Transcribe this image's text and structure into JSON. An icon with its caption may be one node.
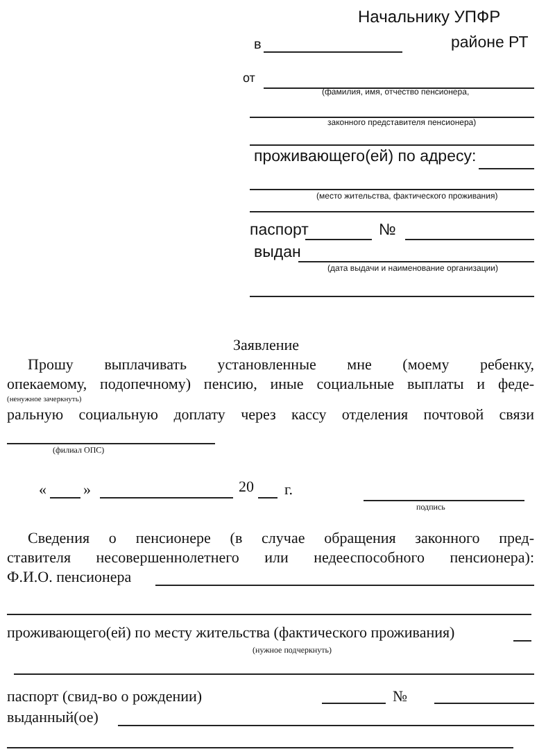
{
  "diagram": {
    "labels": [
      "Начальнику УПФР",
      "в",
      "районе РТ",
      "от",
      "(фамилия, имя, отчество пенсионера,",
      "законного представителя пенсионера)",
      "проживающего(ей) по адресу:",
      "(место жительства, фактического проживания)",
      "паспорт",
      "№",
      "выдан",
      "(дата выдачи и наименование организации)",
      "Заявление",
      "Прошу выплачивать установленные мне (моему ребенку,",
      "опекаемому, подопечному) пенсию, иные социальные выплаты и феде-",
      "(ненужное зачеркнуть)",
      "ральную социальную доплату через кассу отделения почтовой связи",
      "(филиал ОПС)",
      "«",
      "»",
      "20",
      "г.",
      "подпись",
      "Сведения о пенсионере (в случае обращения законного пред-",
      "ставителя несовершеннолетнего или недееспособного пенсионера):",
      "Ф.И.О. пенсионера",
      "проживающего(ей) по месту жительства (фактического проживания)",
      "(нужное подчеркнуть)",
      "паспорт (свид-во о рождении)",
      "№",
      "выданный(ое)"
    ]
  }
}
